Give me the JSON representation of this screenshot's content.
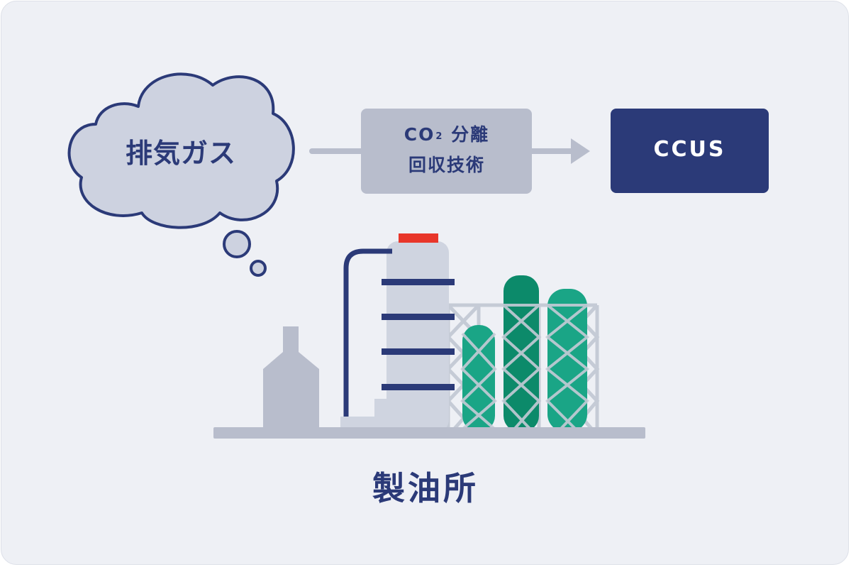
{
  "cloud": {
    "label": "排気ガス"
  },
  "technology": {
    "line1_main": "CO",
    "line1_sub": "2",
    "line1_rest": "分離",
    "line2": "回収技術"
  },
  "destination": {
    "label": "CCUS"
  },
  "facility": {
    "label": "製油所"
  },
  "colors": {
    "background": "#eef0f5",
    "navy": "#2b3a78",
    "cloud_fill": "#cdd2e0",
    "box_gray": "#b8bdcc",
    "green_dark": "#0c8a6a",
    "green_light": "#1aa586",
    "red_cap": "#e8362a"
  }
}
